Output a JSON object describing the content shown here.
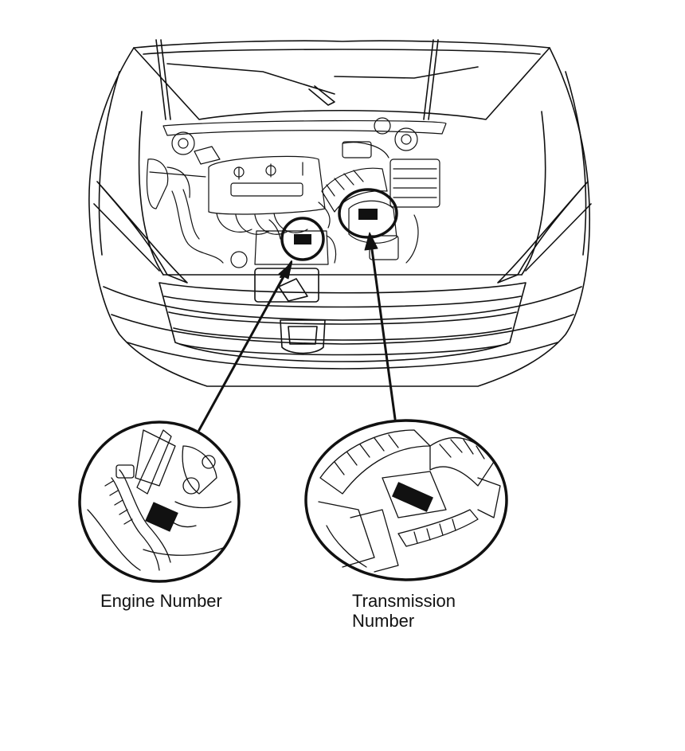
{
  "labels": {
    "engine": "Engine Number",
    "transmission_line1": "Transmission",
    "transmission_line2": "Number"
  },
  "colors": {
    "line": "#111111",
    "background": "#ffffff"
  }
}
